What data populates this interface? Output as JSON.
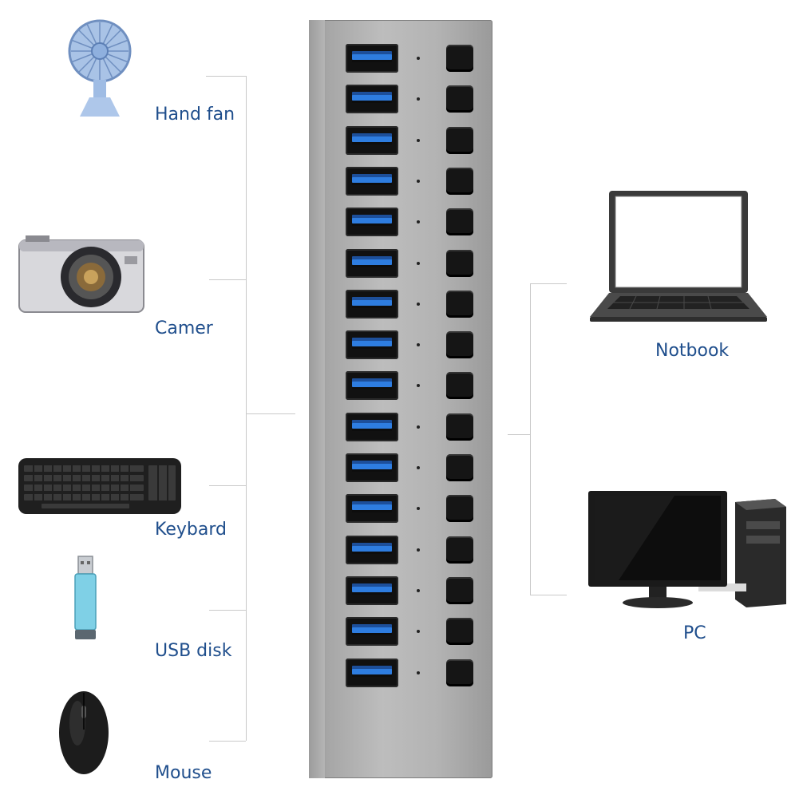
{
  "devices_left": [
    {
      "label": "Hand fan",
      "icon": "hand-fan-icon"
    },
    {
      "label": "Camer",
      "icon": "camera-icon"
    },
    {
      "label": "Keybard",
      "icon": "keyboard-icon"
    },
    {
      "label": "USB disk",
      "icon": "usb-disk-icon"
    },
    {
      "label": "Mouse",
      "icon": "mouse-icon"
    }
  ],
  "devices_right": [
    {
      "label": "Notbook",
      "icon": "laptop-icon"
    },
    {
      "label": "PC",
      "icon": "desktop-pc-icon"
    }
  ],
  "hub": {
    "port_count": 16,
    "icon": "usb-hub-icon"
  },
  "colors": {
    "label": "#1f4e8c",
    "port_blue": "#2e7de0",
    "hub_body": "#b3b3b3",
    "connector_line": "#c9c9c9"
  }
}
